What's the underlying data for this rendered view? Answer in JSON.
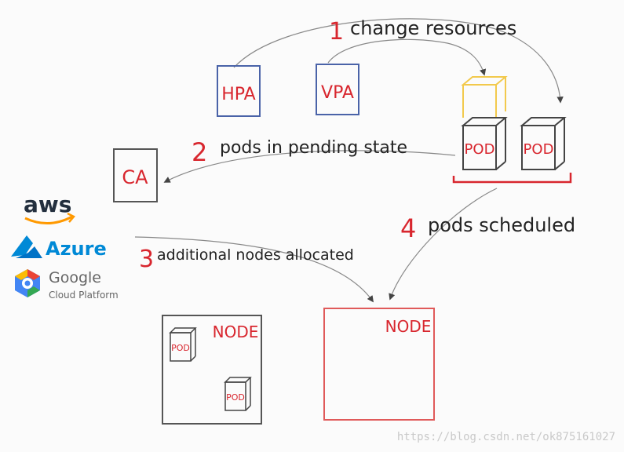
{
  "steps": [
    {
      "number": "1",
      "text": "change resources"
    },
    {
      "number": "2",
      "text": "pods in pending state"
    },
    {
      "number": "3",
      "text": "additional nodes allocated"
    },
    {
      "number": "4",
      "text": "pods scheduled"
    }
  ],
  "components": {
    "hpa": "HPA",
    "vpa": "VPA",
    "ca": "CA"
  },
  "pods": {
    "pod_label": "POD"
  },
  "nodes": {
    "existing_node_label": "NODE",
    "new_node_label": "NODE"
  },
  "providers": {
    "aws": "aws",
    "azure": "Azure",
    "google": "Google",
    "google_sub": "Cloud Platform"
  },
  "watermark": "https://blog.csdn.net/ok875161027",
  "colors": {
    "red": "#d8262e",
    "blue": "#4a63a8",
    "gray": "#5a5a5a",
    "yellow": "#f2c94c",
    "aws_orange": "#f90",
    "azure_blue": "#0089d6"
  }
}
